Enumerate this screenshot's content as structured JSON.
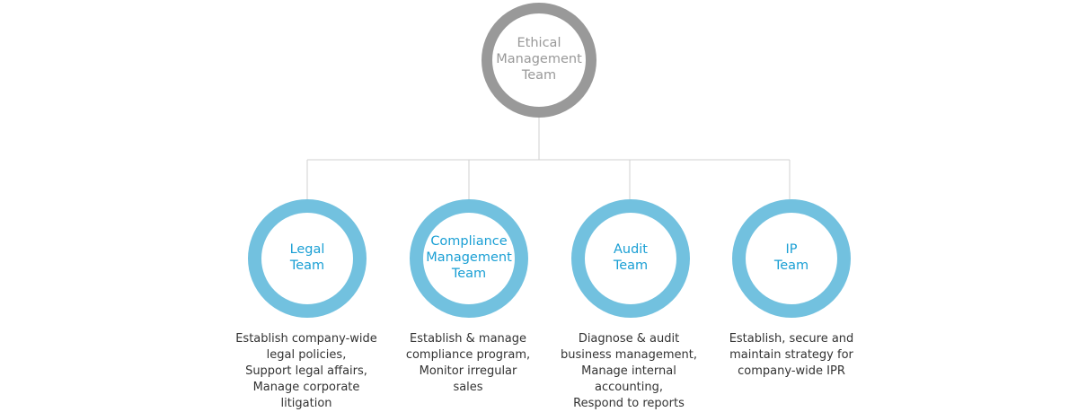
{
  "root": {
    "label": "Ethical\nManagement\nTeam",
    "color": "#999999"
  },
  "teams": [
    {
      "label": "Legal\nTeam",
      "description": "Establish company-wide\nlegal policies,\nSupport legal affairs,\nManage corporate\nlitigation"
    },
    {
      "label": "Compliance\nManagement\nTeam",
      "description": "Establish & manage\ncompliance program,\nMonitor irregular\nsales"
    },
    {
      "label": "Audit\nTeam",
      "description": "Diagnose & audit\nbusiness management,\nManage internal\naccounting,\nRespond to reports"
    },
    {
      "label": "IP\nTeam",
      "description": "Establish, secure and\nmaintain strategy for\ncompany-wide IPR"
    }
  ],
  "colors": {
    "team_ring": "#72c1df",
    "team_text": "#1a9fd4",
    "connector": "#d0d0d0"
  }
}
